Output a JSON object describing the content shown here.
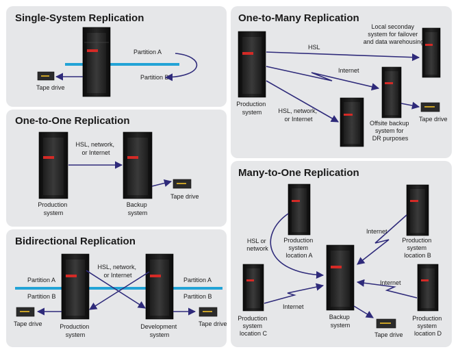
{
  "colors": {
    "panel_bg": "#e6e7e9",
    "arrow": "#2e2a7a",
    "hsl_line": "#22a3d6",
    "server_body": "#151515",
    "server_light": "#d42a26",
    "tape_body": "#2b2b2b",
    "tape_slot": "#c9a227"
  },
  "panels": {
    "single": {
      "title": "Single-System Replication",
      "partition_a": "Partition A",
      "partition_b": "Partition B",
      "tape": "Tape drive"
    },
    "one_to_one": {
      "title": "One-to-One Replication",
      "link": [
        "HSL, network,",
        "or Internet"
      ],
      "production": [
        "Production",
        "system"
      ],
      "backup": [
        "Backup",
        "system"
      ],
      "tape": "Tape drive"
    },
    "bidirectional": {
      "title": "Bidirectional Replication",
      "link": [
        "HSL, network,",
        "or Internet"
      ],
      "left_partition_a": "Partition A",
      "left_partition_b": "Partition B",
      "right_partition_a": "Partition A",
      "right_partition_b": "Partition B",
      "production": [
        "Production",
        "system"
      ],
      "development": [
        "Development",
        "system"
      ],
      "tape_left": "Tape drive",
      "tape_right": "Tape drive"
    },
    "one_to_many": {
      "title": "One-to-Many Replication",
      "hsl": "HSL",
      "internet": "Internet",
      "hsl_network": [
        "HSL, network,",
        "or Internet"
      ],
      "local_secondary": [
        "Local seconday",
        "system for failover",
        "and data warehousing"
      ],
      "offsite": [
        "Offsite backup",
        "system for",
        "DR purposes"
      ],
      "production": [
        "Production",
        "system"
      ],
      "tape": "Tape drive"
    },
    "many_to_one": {
      "title": "Many-to-One Replication",
      "hsl_network": [
        "HSL or",
        "network"
      ],
      "internet_top": "Internet",
      "internet_right": "Internet",
      "internet_bottom": "Internet",
      "loc_a": [
        "Production",
        "system",
        "location A"
      ],
      "loc_b": [
        "Production",
        "system",
        "location B"
      ],
      "loc_c": [
        "Production",
        "system",
        "location C"
      ],
      "loc_d": [
        "Production",
        "system",
        "location D"
      ],
      "backup": [
        "Backup",
        "system"
      ],
      "tape": "Tape drive"
    }
  }
}
